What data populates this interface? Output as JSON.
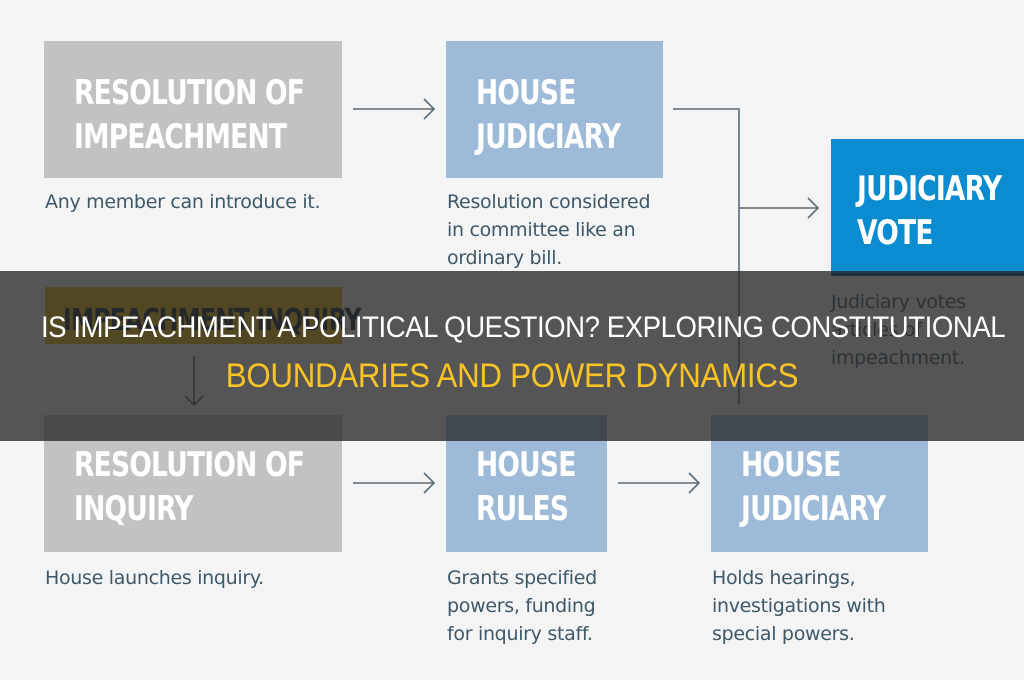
{
  "diagram": {
    "colors": {
      "background": "#f4f4f4",
      "gray_box": "#c2c2c2",
      "light_blue_box": "#9dbad8",
      "blue_box": "#0b8bd0",
      "yellow_label": "#e3b410",
      "caption_text": "#3e5868",
      "connector": "#5a6b78"
    },
    "top_row": [
      {
        "title_lines": [
          "RESOLUTION OF",
          "IMPEACHMENT"
        ],
        "caption_lines": [
          "Any member can introduce it."
        ]
      },
      {
        "title_lines": [
          "HOUSE",
          "JUDICIARY"
        ],
        "caption_lines": [
          "Resolution considered",
          "in committee like an",
          "ordinary bill."
        ]
      },
      {
        "title_lines": [
          "JUDICIARY",
          "VOTE"
        ],
        "caption_lines": [
          "Judiciary votes",
          "articles of",
          "impeachment."
        ]
      }
    ],
    "section_label": "IMPEACHMENT INQUIRY",
    "bottom_row": [
      {
        "title_lines": [
          "RESOLUTION OF",
          "INQUIRY"
        ],
        "caption_lines": [
          "House launches inquiry."
        ]
      },
      {
        "title_lines": [
          "HOUSE",
          "RULES"
        ],
        "caption_lines": [
          "Grants specified",
          "powers, funding",
          "for inquiry staff."
        ]
      },
      {
        "title_lines": [
          "HOUSE",
          "JUDICIARY"
        ],
        "caption_lines": [
          "Holds hearings,",
          "investigations with",
          "special powers."
        ]
      }
    ]
  },
  "overlay": {
    "title_line1": "IS IMPEACHMENT A POLITICAL QUESTION? EXPLORING CONSTITUTIONAL",
    "title_line2": "BOUNDARIES AND POWER DYNAMICS",
    "title_line1_color": "#ffffff",
    "title_line2_color": "#f7c325"
  }
}
